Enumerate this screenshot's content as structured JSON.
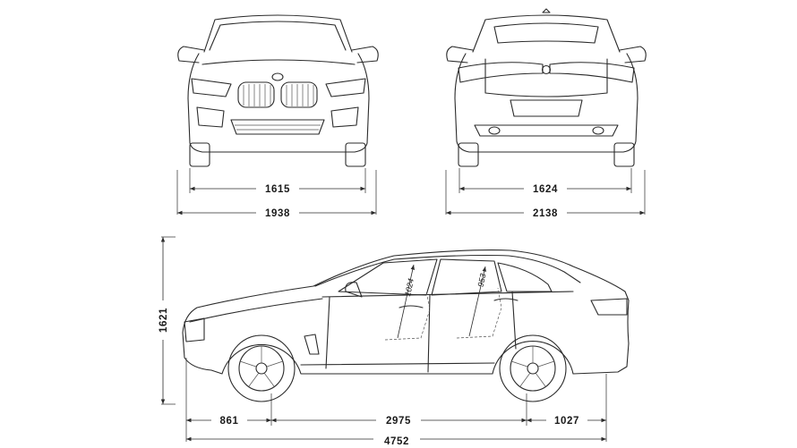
{
  "front_view": {
    "track_width": "1615",
    "overall_width": "1938"
  },
  "rear_view": {
    "track_width": "1624",
    "overall_width": "2138"
  },
  "side_view": {
    "overall_height": "1621",
    "front_overhang": "861",
    "wheelbase": "2975",
    "rear_overhang": "1027",
    "overall_length": "4752",
    "front_headroom": "1024",
    "rear_headroom": "953"
  },
  "colors": {
    "line": "#2b2b2b",
    "background": "#ffffff"
  }
}
